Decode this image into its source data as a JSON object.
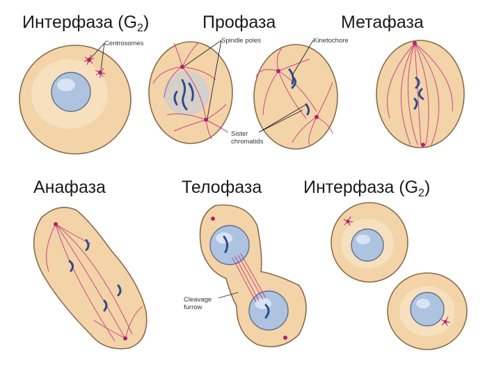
{
  "phases": {
    "interphase_top": "Интерфаза (G",
    "interphase_top_sub": "2",
    "interphase_top_close": ")",
    "prophase": "Профаза",
    "metaphase": "Метафаза",
    "anaphase": "Анафаза",
    "telophase": "Телофаза",
    "interphase_bottom": "Интерфаза (G",
    "interphase_bottom_sub": "2",
    "interphase_bottom_close": ")"
  },
  "labels": {
    "centrosomes": "Centrosomes",
    "spindle_poles": "Spindle poles",
    "kinetochore": "Kinetochore",
    "sister_line1": "Sister",
    "sister_line2": "chromatids",
    "cleavage_line1": "Cleavage",
    "cleavage_line2": "furrow"
  },
  "colors": {
    "cytoplasm": "#f3d3a8",
    "nucleus": "#aec3e0",
    "spindle": "#c0307a",
    "chromosome": "#2f4a8a"
  }
}
